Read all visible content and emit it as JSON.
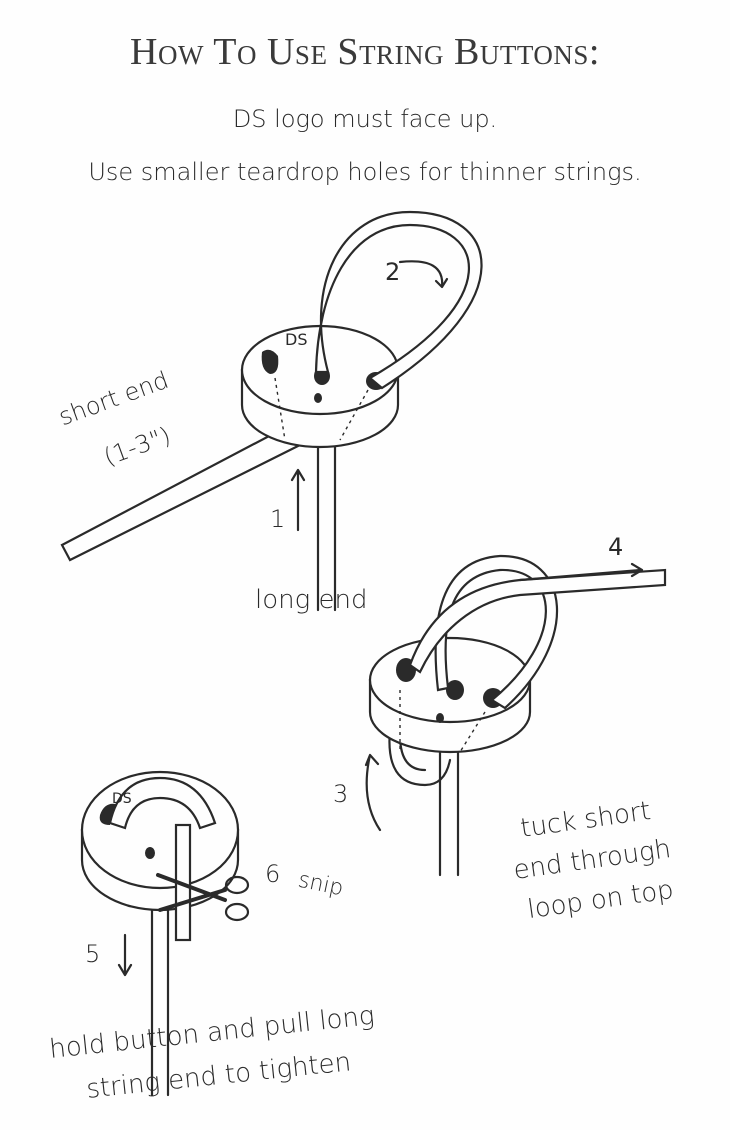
{
  "title": "How To Use String Buttons:",
  "subtitle": {
    "line1": "DS logo must face up.",
    "line2": "Use smaller teardrop holes for thinner strings."
  },
  "steps": {
    "step1": {
      "number": "1",
      "label": "long end"
    },
    "step2": {
      "number": "2"
    },
    "short_end": {
      "line1": "short end",
      "line2": "(1-3\")"
    },
    "step3": {
      "number": "3",
      "line1": "tuck short",
      "line2": "end through",
      "line3": "loop on top"
    },
    "step4": {
      "number": "4"
    },
    "step5": {
      "number": "5",
      "line1": "hold button and pull long",
      "line2": "string end to tighten"
    },
    "step6": {
      "number": "6",
      "label": "snip"
    }
  },
  "logo_text": "DS"
}
